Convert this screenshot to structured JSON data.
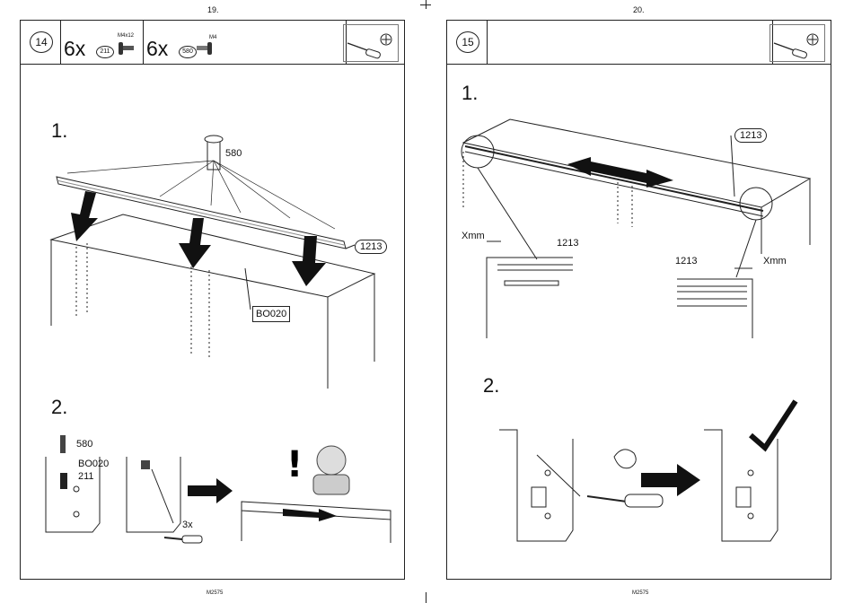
{
  "left_page": {
    "page_number": "19.",
    "footer": "M2575",
    "header": {
      "step": "14",
      "qty_a": "6x",
      "part_a": "211",
      "spec_a": "M4x12",
      "qty_b": "6x",
      "part_b": "580",
      "spec_b": "M4"
    },
    "sub1": "1.",
    "sub2": "2.",
    "labels": {
      "p580": "580",
      "p1213": "1213",
      "bo020": "BO020",
      "d580": "580",
      "dbo020": "BO020",
      "d211": "211",
      "times": "3x"
    }
  },
  "right_page": {
    "page_number": "20.",
    "footer": "M2575",
    "header": {
      "step": "15"
    },
    "sub1": "1.",
    "sub2": "2.",
    "labels": {
      "rail": "1213",
      "left_x": "Xmm",
      "left_part": "1213",
      "right_part": "1213",
      "right_x": "Xmm"
    }
  },
  "icons": [
    "screwdriver-icon",
    "phillips-head-icon",
    "warning-icon",
    "person-icon",
    "strength-icon",
    "check-icon"
  ]
}
